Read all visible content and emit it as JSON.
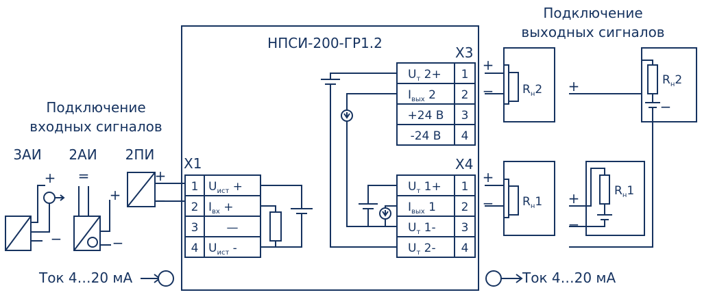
{
  "device": {
    "title": "НПСИ-200-ГР1.2"
  },
  "headings": {
    "inputs": [
      "Подключение",
      "входных сигналов"
    ],
    "outputs": [
      "Подключение",
      "выходных сигналов"
    ]
  },
  "input_types": {
    "a": "3АИ",
    "b": "2АИ",
    "c": "2ПИ"
  },
  "x1": {
    "name": "X1",
    "rows": [
      {
        "pin": "1",
        "sym": "U",
        "sub": "ист",
        "suffix": " +"
      },
      {
        "pin": "2",
        "sym": "I",
        "sub": "вх",
        "suffix": " +"
      },
      {
        "pin": "3",
        "sym": "—",
        "sub": "",
        "suffix": ""
      },
      {
        "pin": "4",
        "sym": "U",
        "sub": "ист",
        "suffix": " -"
      }
    ]
  },
  "x3": {
    "name": "X3",
    "rows": [
      {
        "pin": "1",
        "sym": "U",
        "sub": "т",
        "suffix": " 2+"
      },
      {
        "pin": "2",
        "sym": "I",
        "sub": "вых",
        "suffix": " 2"
      },
      {
        "pin": "3",
        "sym": "+24 В",
        "sub": "",
        "suffix": ""
      },
      {
        "pin": "4",
        "sym": "-24 В",
        "sub": "",
        "suffix": ""
      }
    ]
  },
  "x4": {
    "name": "X4",
    "rows": [
      {
        "pin": "1",
        "sym": "U",
        "sub": "т",
        "suffix": " 1+"
      },
      {
        "pin": "2",
        "sym": "I",
        "sub": "вых",
        "suffix": " 1"
      },
      {
        "pin": "3",
        "sym": "U",
        "sub": "т",
        "suffix": " 1-"
      },
      {
        "pin": "4",
        "sym": "U",
        "sub": "т",
        "suffix": " 2-"
      }
    ]
  },
  "loads": {
    "r1": {
      "sym": "R",
      "sub": "н",
      "suffix": "1"
    },
    "r2": {
      "sym": "R",
      "sub": "н",
      "suffix": "2"
    }
  },
  "signs": {
    "plus": "+",
    "minus": "−",
    "dash": "="
  },
  "currents": {
    "input": "Ток 4…20 мА",
    "output": "Ток 4…20 мА"
  },
  "colors": {
    "ink": "#15325f",
    "background": "#ffffff"
  }
}
